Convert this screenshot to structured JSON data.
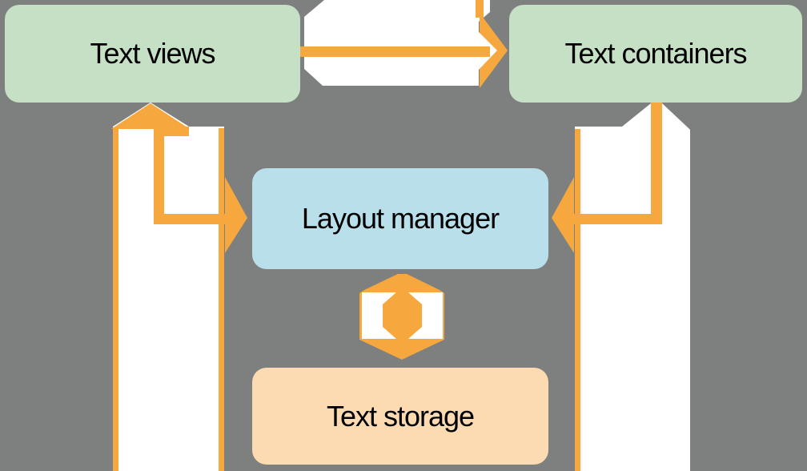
{
  "colors": {
    "background": "#7e807f",
    "node-green": "#c6e0c6",
    "node-blue": "#b9dfeb",
    "node-peach": "#fcdab2",
    "arrow-orange": "#f6a83e",
    "arrow-white": "#ffffff",
    "text": "#000000"
  },
  "diagram": {
    "nodes": [
      {
        "id": "text-views",
        "label": "Text views"
      },
      {
        "id": "text-containers",
        "label": "Text containers"
      },
      {
        "id": "layout-manager",
        "label": "Layout manager"
      },
      {
        "id": "text-storage",
        "label": "Text storage"
      }
    ],
    "edges": [
      {
        "from": "Text views",
        "to": "Text containers",
        "style": "thick white pipe from top edge with thin orange arrow",
        "direction": "right"
      },
      {
        "from": "Text views",
        "to": "Layout manager",
        "style": "white band to bottom edge; orange elbow arrow with up head and right head",
        "direction": "both"
      },
      {
        "from": "Text containers",
        "to": "Layout manager",
        "style": "white band to bottom edge; orange elbow arrow pointing left into layout manager",
        "direction": "left"
      },
      {
        "from": "Layout manager",
        "to": "Text storage",
        "style": "short orange double-headed arrow with white fill",
        "direction": "both"
      }
    ]
  }
}
